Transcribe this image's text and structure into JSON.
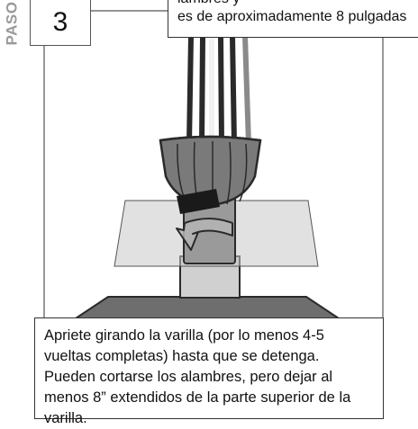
{
  "step": {
    "label": "PASO",
    "number": "3"
  },
  "top_caption": {
    "line1": "lambres y",
    "line2": "es de aproximadamente 8 pulgadas"
  },
  "bottom_caption": {
    "text": "Apriete girando la varilla (por lo menos 4-5 vueltas completas) hasta que se detenga. Pueden cortarse los alambres, pero dejar al menos 8” extendidos de la parte superior de la varilla."
  }
}
